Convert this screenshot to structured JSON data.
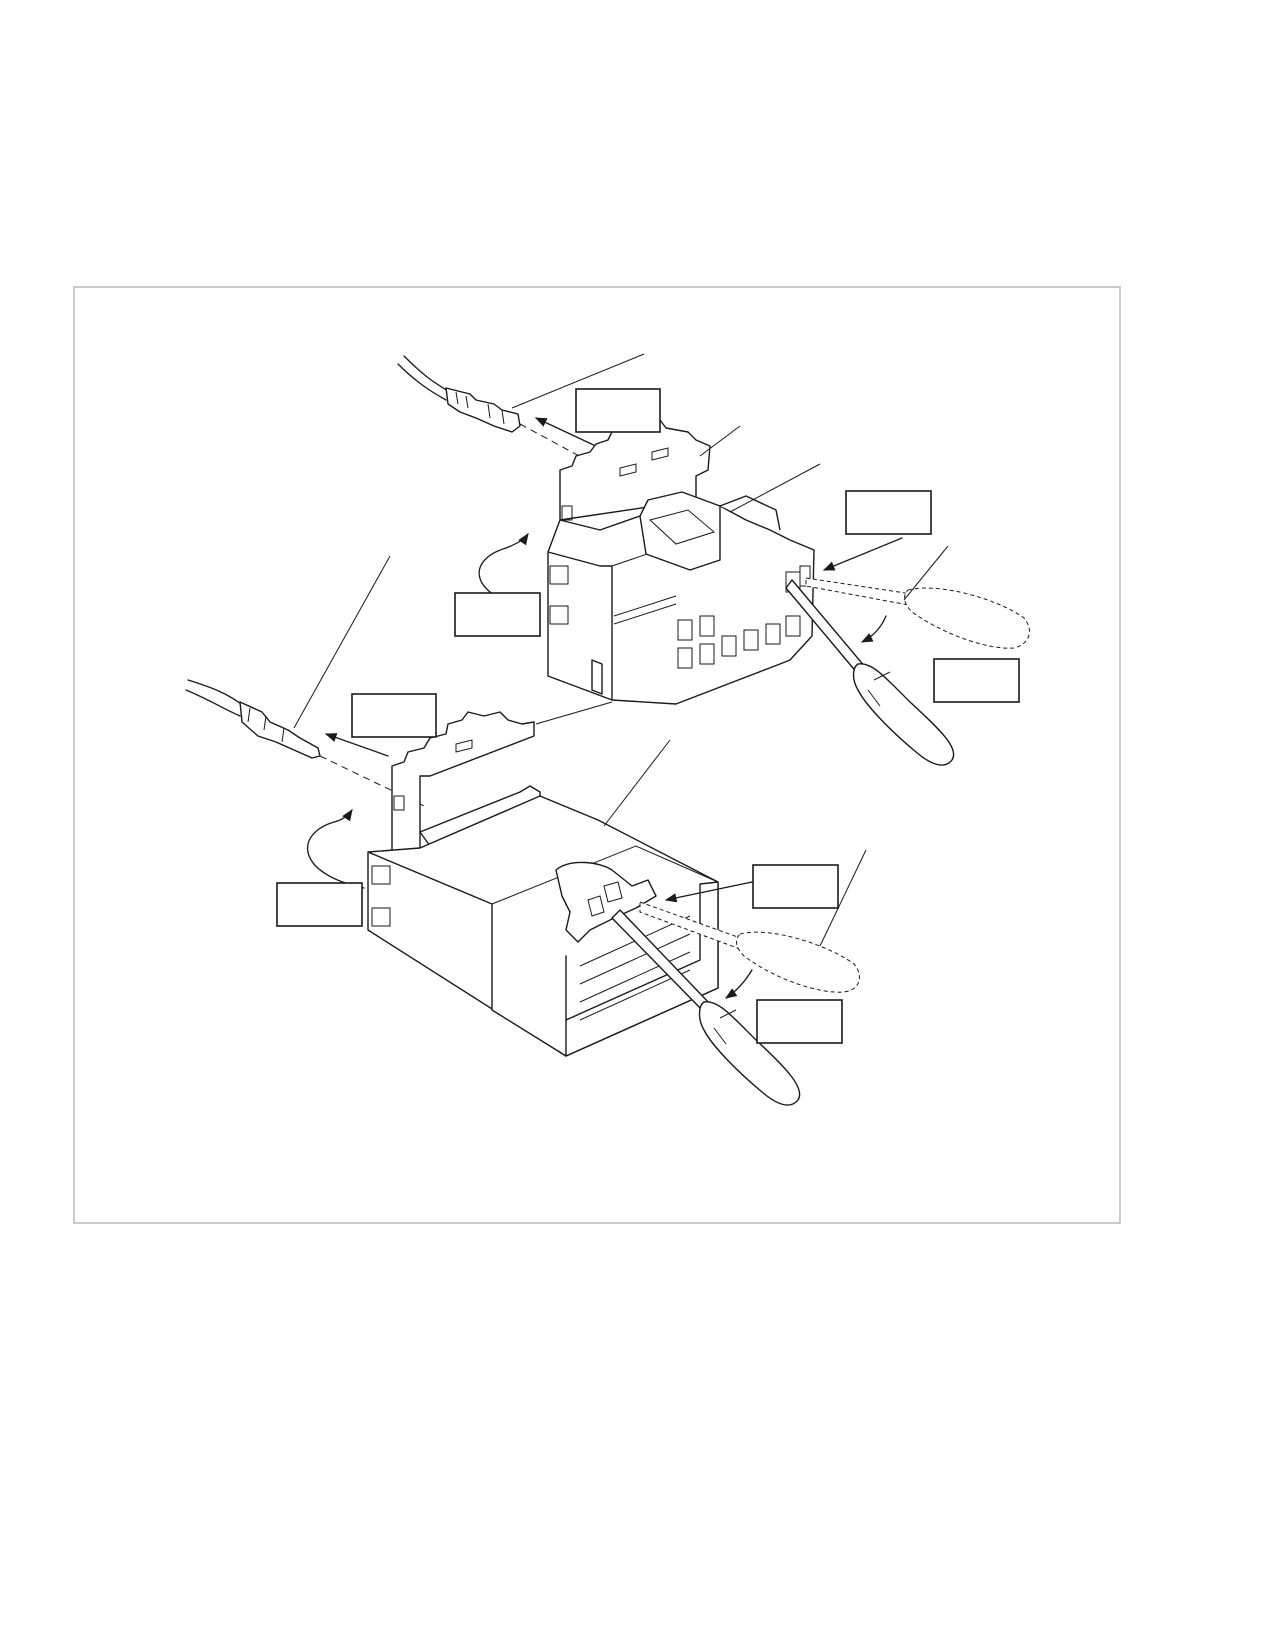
{
  "figure": {
    "callouts": [
      {
        "id": "callout-top-terminal",
        "label": ""
      },
      {
        "id": "callout-top-retainer",
        "label": ""
      },
      {
        "id": "callout-top-lock",
        "label": ""
      },
      {
        "id": "callout-top-tool",
        "label": ""
      },
      {
        "id": "callout-bottom-terminal",
        "label": ""
      },
      {
        "id": "callout-bottom-retainer",
        "label": ""
      },
      {
        "id": "callout-bottom-lock",
        "label": ""
      },
      {
        "id": "callout-bottom-tool",
        "label": ""
      }
    ]
  }
}
